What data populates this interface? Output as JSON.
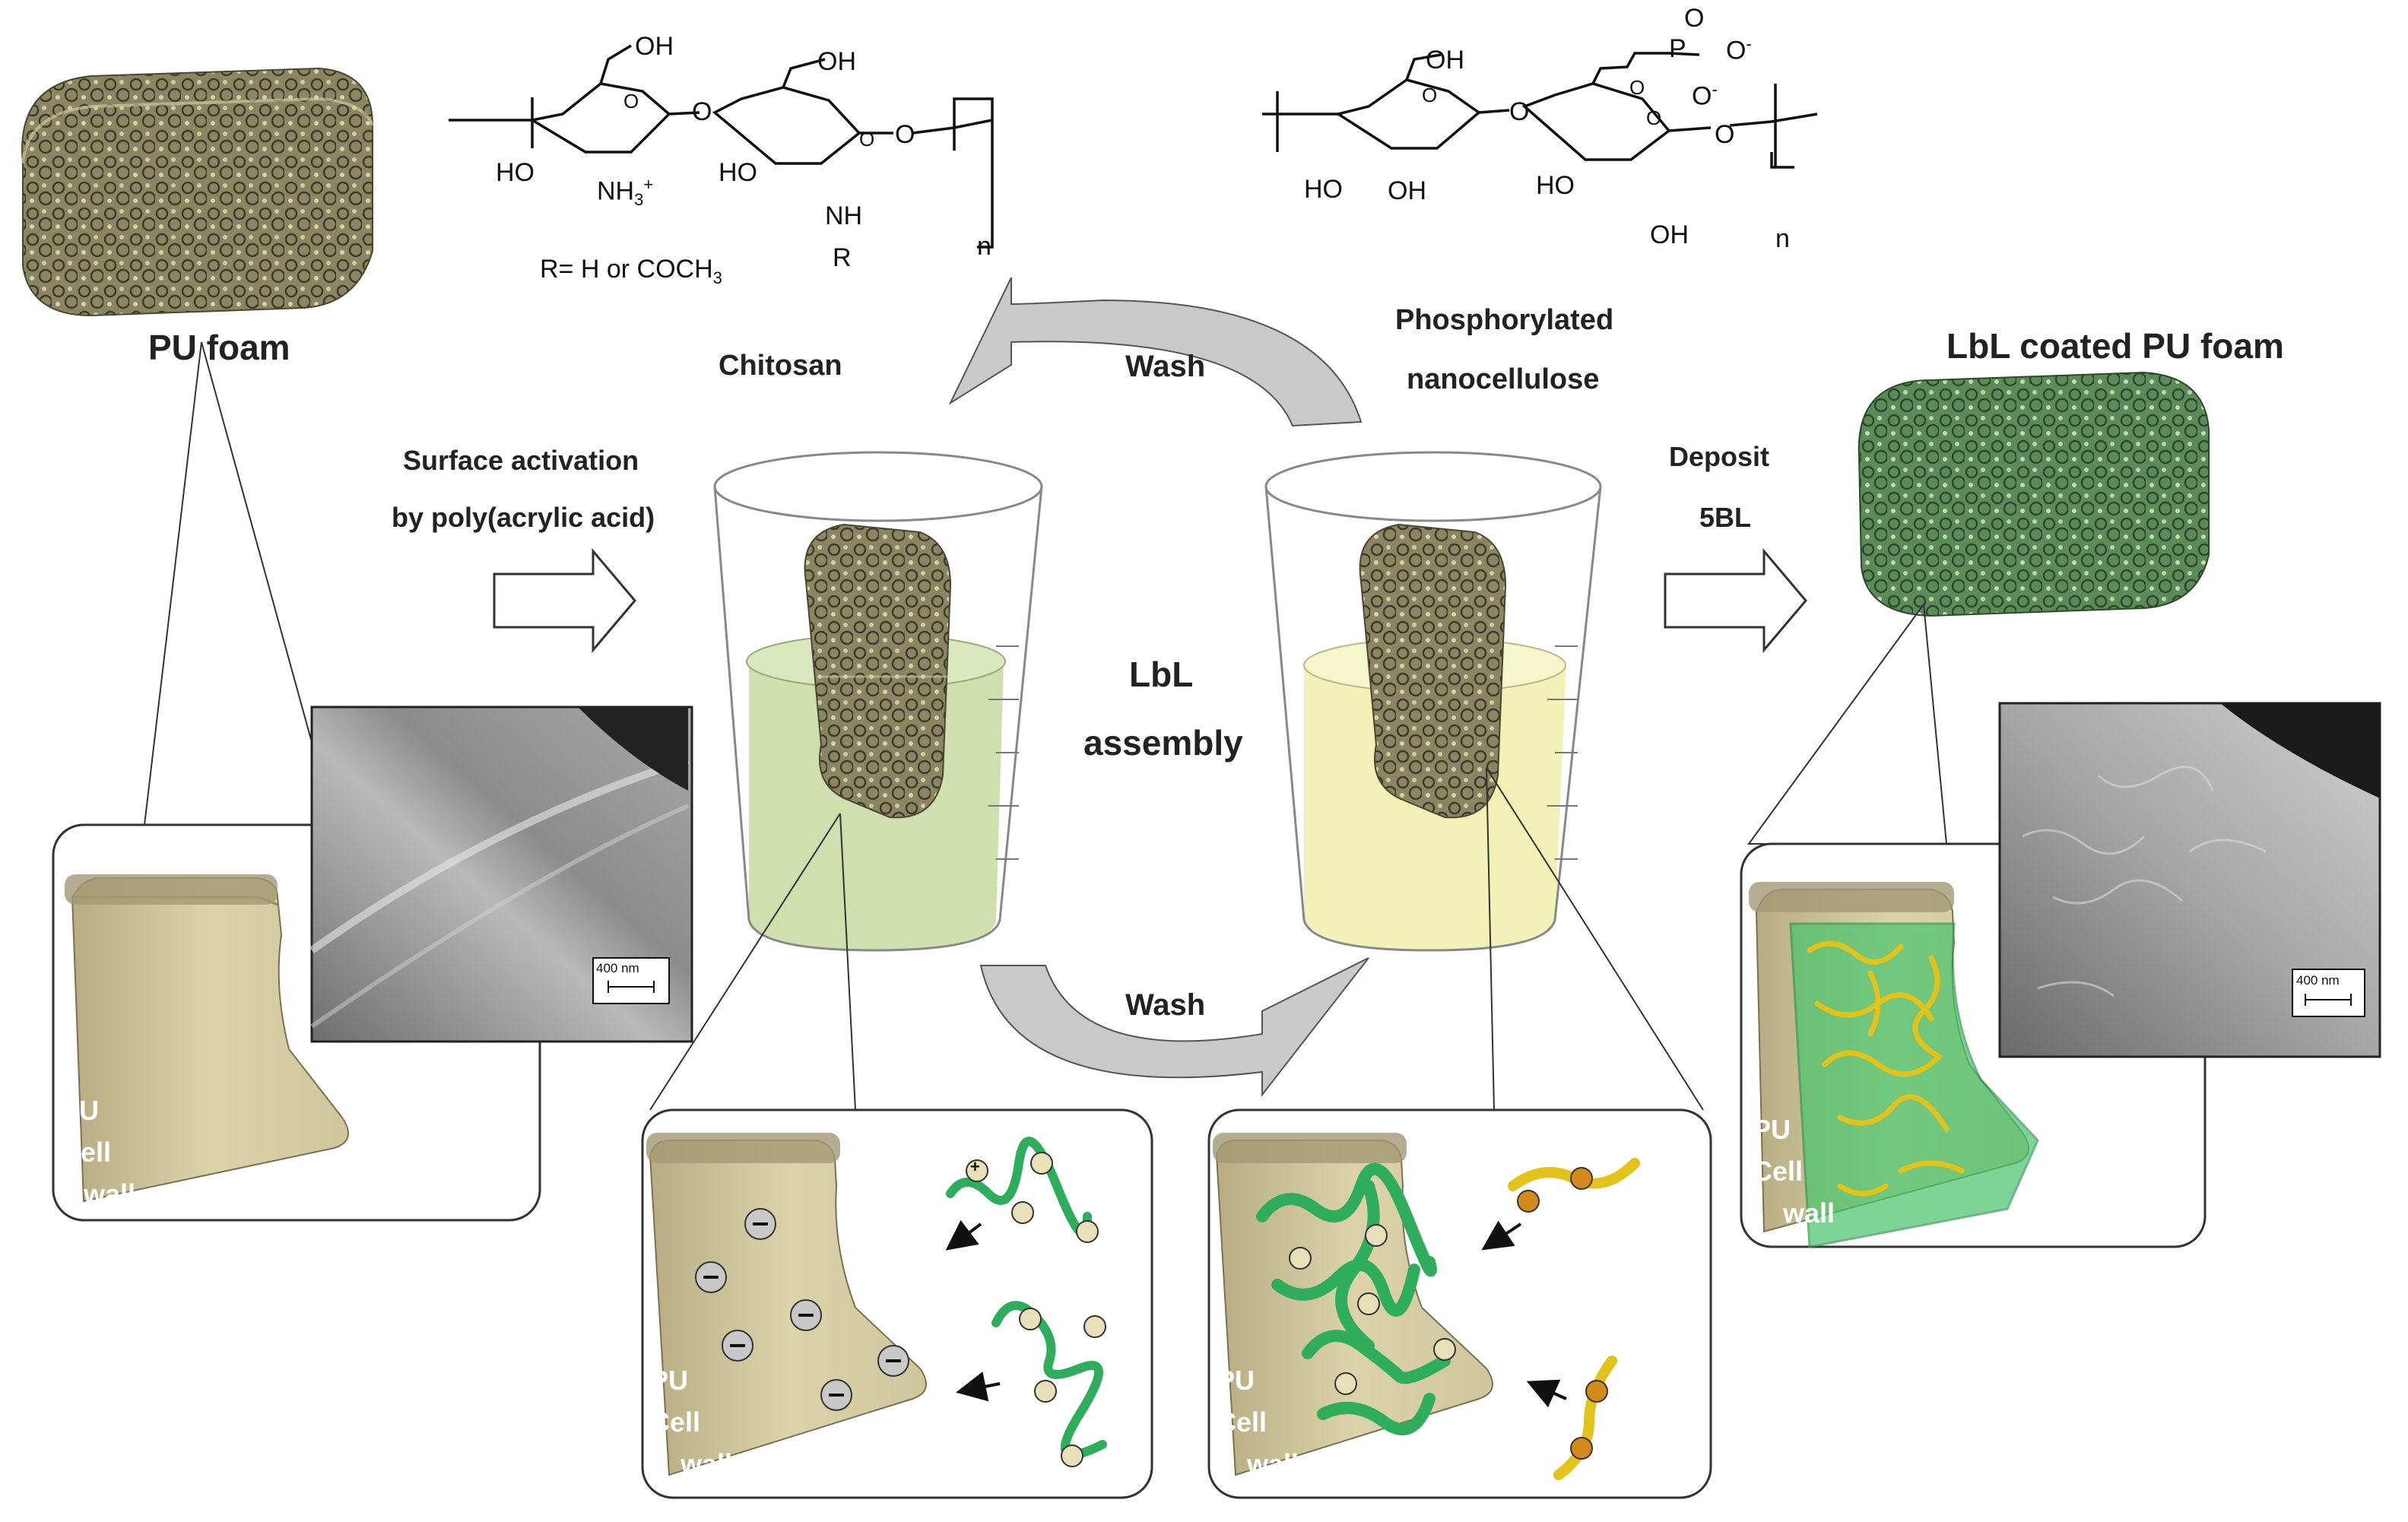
{
  "labels": {
    "pu_foam": "PU foam",
    "surface_activation_line1": "Surface activation",
    "surface_activation_line2": "by poly(acrylic acid)",
    "chitosan": "Chitosan",
    "wash_top": "Wash",
    "wash_bottom": "Wash",
    "phosphorylated_line1": "Phosphorylated",
    "phosphorylated_line2": "nanocellulose",
    "lbl_assembly_line1": "LbL",
    "lbl_assembly_line2": "assembly",
    "deposit_line1": "Deposit",
    "deposit_line2": "5BL",
    "lbl_coated_foam": "LbL coated PU foam"
  },
  "scale_bars": {
    "uncoated": "400 nm",
    "coated": "400 nm"
  },
  "cell_wall_labels": [
    "PU",
    "Cell",
    "wall"
  ],
  "chitosan_structure": {
    "oh1": "OH",
    "ho1": "HO",
    "nh3": "NH",
    "nh3_sub": "3",
    "plus": "+",
    "oh2": "OH",
    "ho2": "HO",
    "nh": "NH",
    "r": "R",
    "n": "n",
    "o_ring1": "O",
    "o_link": "O",
    "o_ring2": "O",
    "o_end": "O",
    "r_def": "R= H or COCH",
    "r_def_sub": "3"
  },
  "cellulose_structure": {
    "oh1": "OH",
    "ho1": "HO",
    "oh_b": "OH",
    "oh2": "OH",
    "ho2": "HO",
    "oh_c": "OH",
    "p": "P",
    "o_top": "O",
    "o_minus1": "O",
    "o_minus2": "O",
    "minus": "-",
    "o_link": "O",
    "o_ring1": "O",
    "o_ring2": "O",
    "o_end": "O",
    "o_p": "O",
    "n": "n"
  },
  "colors": {
    "foam": "#7d7a5a",
    "coated_foam": "#4f7a4f",
    "wall": "#c9c09a",
    "chitosan_solution": "#c9dba6",
    "cellulose_solution": "#efefb4",
    "chitosan_chain": "#2eae5c",
    "nanocellulose": "#e0c21a",
    "sem_bg": "#8a8a8a"
  }
}
